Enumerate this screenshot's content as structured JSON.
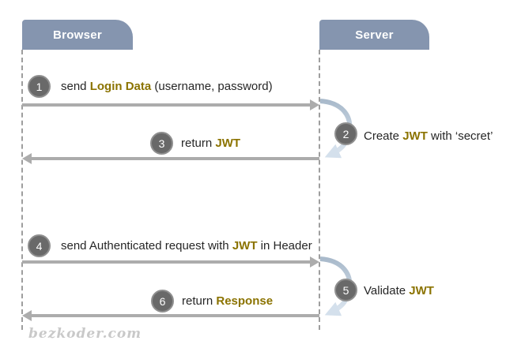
{
  "actors": [
    {
      "label": "Browser"
    },
    {
      "label": "Server"
    }
  ],
  "steps": [
    {
      "num": "1",
      "prefix": "send ",
      "keyword": "Login Data",
      "suffix": " (username, password)"
    },
    {
      "num": "2",
      "prefix": "Create ",
      "keyword": "JWT",
      "suffix": " with ‘secret’"
    },
    {
      "num": "3",
      "prefix": "return ",
      "keyword": "JWT",
      "suffix": ""
    },
    {
      "num": "4",
      "prefix": "send Authenticated request with ",
      "keyword": "JWT",
      "suffix": " in Header"
    },
    {
      "num": "5",
      "prefix": "Validate ",
      "keyword": "JWT",
      "suffix": ""
    },
    {
      "num": "6",
      "prefix": "return ",
      "keyword": "Response",
      "suffix": ""
    }
  ],
  "watermark": "bezkoder.com",
  "colors": {
    "actor_fill": "#8595AF",
    "keyword": "#8B7300",
    "arrow": "#ACACAC",
    "circle_fill": "#696969",
    "circle_border": "#8F8F8F",
    "lifeline": "#9E9E9E",
    "loop_gradient_start": "#A9BACB",
    "loop_gradient_end": "#DCE6F0",
    "watermark": "#C9C9C9",
    "text": "#262626"
  }
}
